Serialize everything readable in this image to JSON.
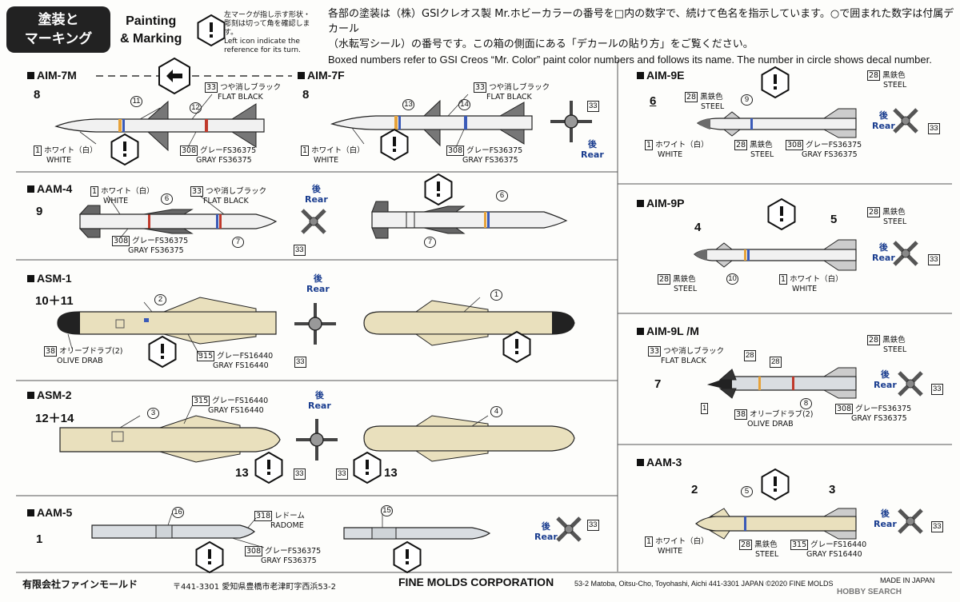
{
  "header": {
    "badge_line1": "塗装と",
    "badge_line2": "マーキング",
    "painting_line1": "Painting",
    "painting_line2": "& Marking",
    "icon_note_jp": "左マークが指し示す形状・彫刻は切って角を確認します。",
    "icon_note_en": "Left icon indicate the reference for its turn.",
    "description_jp_1": "各部の塗装は（株）GSIクレオス製 Mr.ホビーカラーの番号を□内の数字で、続けて色名を指示しています。○で囲まれた数字は付属デカール",
    "description_jp_2": "（水転写シール）の番号です。この箱の側面にある「デカールの貼り方」をご覧ください。",
    "description_en_1": "Boxed numbers refer to GSI Creos “Mr. Color” paint color numbers and follows its name. The number in circle shows decal number."
  },
  "colors": {
    "white": "#f4f4f4",
    "gray": "#d6d9dc",
    "olive": "#e8dfb8",
    "steel": "#6b6b6b",
    "flat_black": "#222222",
    "rear_blue": "#1a3d8f"
  },
  "rear": {
    "jp": "後",
    "en": "Rear"
  },
  "missiles": {
    "aim7m": {
      "name": "AIM-7M",
      "part": "8",
      "d11": "11",
      "d12": "12",
      "c33": "33",
      "c33_jp": "つや消しブラック",
      "c33_en": "FLAT BLACK",
      "c1": "1",
      "c1_jp": "ホワイト（白）",
      "c1_en": "WHITE",
      "c308": "308",
      "c308_jp": "グレーFS36375",
      "c308_en": "GRAY FS36375"
    },
    "aim7f": {
      "name": "AIM-7F",
      "part": "8",
      "d13": "13",
      "d14": "14",
      "c33": "33",
      "c33_jp": "つや消しブラック",
      "c33_en": "FLAT BLACK",
      "c1": "1",
      "c1_jp": "ホワイト（白）",
      "c1_en": "WHITE",
      "c308": "308",
      "c308_jp": "グレーFS36375",
      "c308_en": "GRAY FS36375",
      "rear_c33": "33"
    },
    "aam4": {
      "name": "AAM-4",
      "part": "9",
      "c1": "1",
      "c1_jp": "ホワイト（白）",
      "c1_en": "WHITE",
      "d6": "6",
      "c33": "33",
      "c33_jp": "つや消しブラック",
      "c33_en": "FLAT BLACK",
      "c308": "308",
      "c308_jp": "グレーFS36375",
      "c308_en": "GRAY FS36375",
      "d7": "7",
      "rear_c33": "33"
    },
    "asm1": {
      "name": "ASM-1",
      "part": "10＋11",
      "d2": "2",
      "d1": "1",
      "c38": "38",
      "c38_jp": "オリーブドラブ(2)",
      "c38_en": "OLIVE DRAB",
      "c315": "315",
      "c315_jp": "グレーFS16440",
      "c315_en": "GRAY FS16440",
      "rear_c33": "33"
    },
    "asm2": {
      "name": "ASM-2",
      "part": "12＋14",
      "d3": "3",
      "d4": "4",
      "c315": "315",
      "c315_jp": "グレーFS16440",
      "c315_en": "GRAY FS16440",
      "part13": "13",
      "c33": "33",
      "rear_c33": "33"
    },
    "aam5": {
      "name": "AAM-5",
      "part": "1",
      "d16": "16",
      "d15": "15",
      "c318": "318",
      "c318_jp": "レドーム",
      "c318_en": "RADOME",
      "c308": "308",
      "c308_jp": "グレーFS36375",
      "c308_en": "GRAY FS36375",
      "rear_c33": "33"
    },
    "aim9e": {
      "name": "AIM-9E",
      "part": "6",
      "c28": "28",
      "c28_jp": "黒鉄色",
      "c28_en": "STEEL",
      "d9": "9",
      "c1": "1",
      "c1_jp": "ホワイト（白）",
      "c1_en": "WHITE",
      "c308": "308",
      "c308_jp": "グレーFS36375",
      "c308_en": "GRAY FS36375",
      "rear_c33": "33"
    },
    "aim9p": {
      "name": "AIM-9P",
      "part4": "4",
      "part5": "5",
      "c28": "28",
      "c28_jp": "黒鉄色",
      "c28_en": "STEEL",
      "d10": "10",
      "c1": "1",
      "c1_jp": "ホワイト（白）",
      "c1_en": "WHITE",
      "rear_c33": "33"
    },
    "aim9l": {
      "name": "AIM-9L /M",
      "part": "7",
      "c33": "33",
      "c33_jp": "つや消しブラック",
      "c33_en": "FLAT BLACK",
      "c28": "28",
      "c28_jp": "黒鉄色",
      "c28_en": "STEEL",
      "c1": "1",
      "d8": "8",
      "c38": "38",
      "c38_jp": "オリーブドラブ(2)",
      "c38_en": "OLIVE DRAB",
      "c308": "308",
      "c308_jp": "グレーFS36375",
      "c308_en": "GRAY FS36375",
      "rear_c33": "33"
    },
    "aam3": {
      "name": "AAM-3",
      "part2": "2",
      "part3": "3",
      "d5": "5",
      "c28": "28",
      "c28_jp": "黒鉄色",
      "c28_en": "STEEL",
      "c1": "1",
      "c1_jp": "ホワイト（白）",
      "c1_en": "WHITE",
      "c315": "315",
      "c315_jp": "グレーFS16440",
      "c315_en": "GRAY FS16440",
      "rear_c33": "33"
    }
  },
  "footer": {
    "company_jp": "有限会社ファインモールド",
    "address_jp": "〒441-3301 愛知県豊橋市老津町字西浜53-2",
    "company_en": "FINE MOLDS CORPORATION",
    "address_en": "53-2 Matoba, Oitsu-Cho, Toyohashi, Aichi  441-3301  JAPAN  ©2020 FINE MOLDS",
    "made_in": "MADE IN JAPAN",
    "watermark": "HOBBY SEARCH"
  }
}
